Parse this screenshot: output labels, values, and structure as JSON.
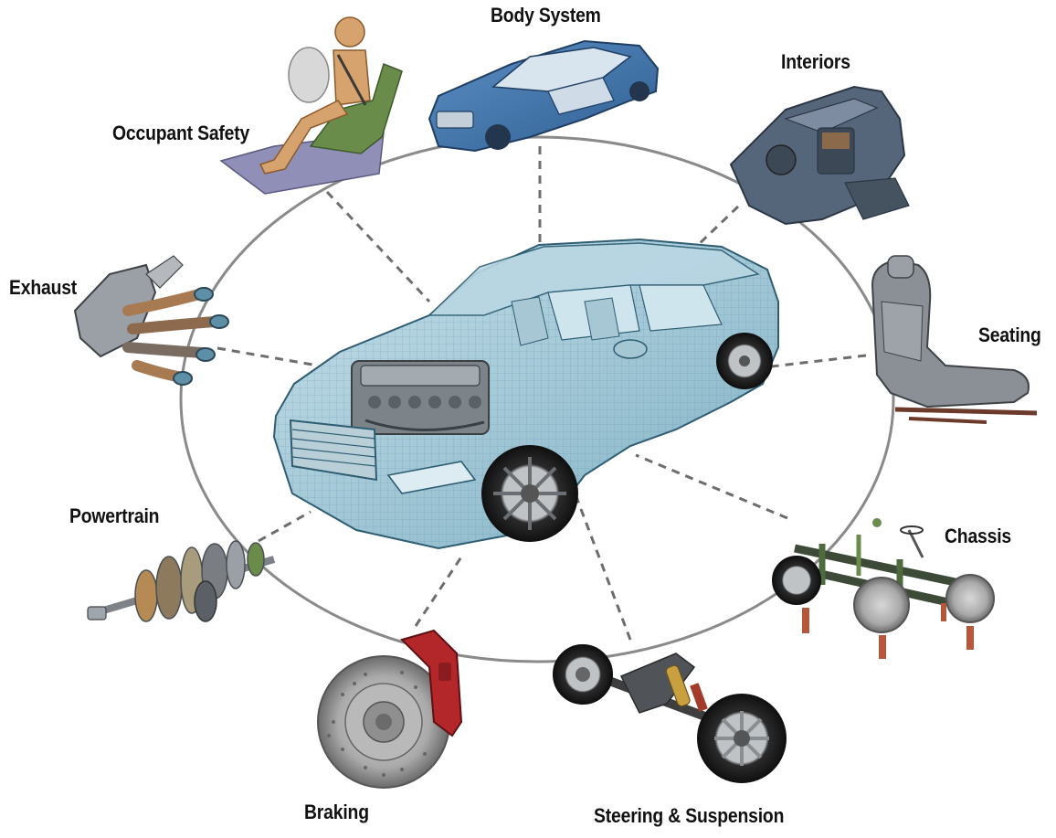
{
  "diagram": {
    "center": {
      "name": "Vehicle (full car mesh model)"
    },
    "systems": [
      {
        "key": "body",
        "label": "Body System",
        "icon": "car-body-icon"
      },
      {
        "key": "interiors",
        "label": "Interiors",
        "icon": "dashboard-icon"
      },
      {
        "key": "seating",
        "label": "Seating",
        "icon": "seat-icon"
      },
      {
        "key": "chassis",
        "label": "Chassis",
        "icon": "chassis-frame-icon"
      },
      {
        "key": "steering",
        "label": "Steering & Suspension",
        "icon": "suspension-icon"
      },
      {
        "key": "braking",
        "label": "Braking",
        "icon": "brake-disc-icon"
      },
      {
        "key": "powertrain",
        "label": "Powertrain",
        "icon": "gearbox-icon"
      },
      {
        "key": "exhaust",
        "label": "Exhaust",
        "icon": "exhaust-manifold-icon"
      },
      {
        "key": "occupant",
        "label": "Occupant Safety",
        "icon": "crash-dummy-icon"
      }
    ]
  },
  "colors": {
    "ring": "#8a8a8a",
    "connector": "#6d6d6d",
    "car_glass": "#9fc6d6",
    "car_mesh": "#3d6f86",
    "body_blue": "#3f72a8",
    "brake_red": "#b3262a",
    "metal": "#9aa0a6",
    "dark_metal": "#4a4f55",
    "seat_gray": "#8b9096",
    "dummy_tan": "#d6a36e",
    "seat_green": "#6a8c4a"
  }
}
